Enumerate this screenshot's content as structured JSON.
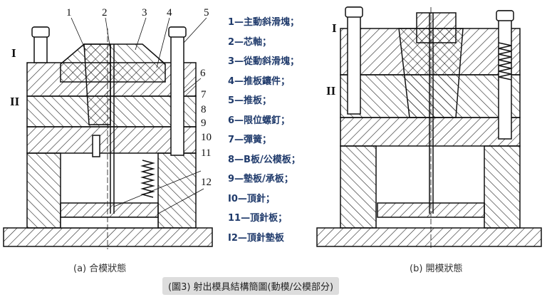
{
  "legend": [
    "1—主動斜滑塊；",
    "2—芯軸；",
    "3—從動斜滑塊；",
    "4—推板鑲件；",
    "5—推板；",
    "6—限位螺釘；",
    "7—彈簧；",
    "8—B板/公模板；",
    "9—墊板/承板；",
    "I0—頂針；",
    "11—頂針板；",
    "I2—頂針墊板"
  ],
  "part_numbers": [
    "1",
    "2",
    "3",
    "4",
    "5",
    "6",
    "7",
    "8",
    "9",
    "10",
    "11",
    "12"
  ],
  "roman": {
    "one": "I",
    "two": "II"
  },
  "captions": {
    "a": "(a)  合模狀態",
    "b": "(b)  開模狀態"
  },
  "figure_title": "(圖3)  射出模具結構簡圖(動模/公模部分)",
  "colors": {
    "legend_text": "#1f3a6b",
    "line": "#111111",
    "caption_bg": "#dddddd"
  }
}
